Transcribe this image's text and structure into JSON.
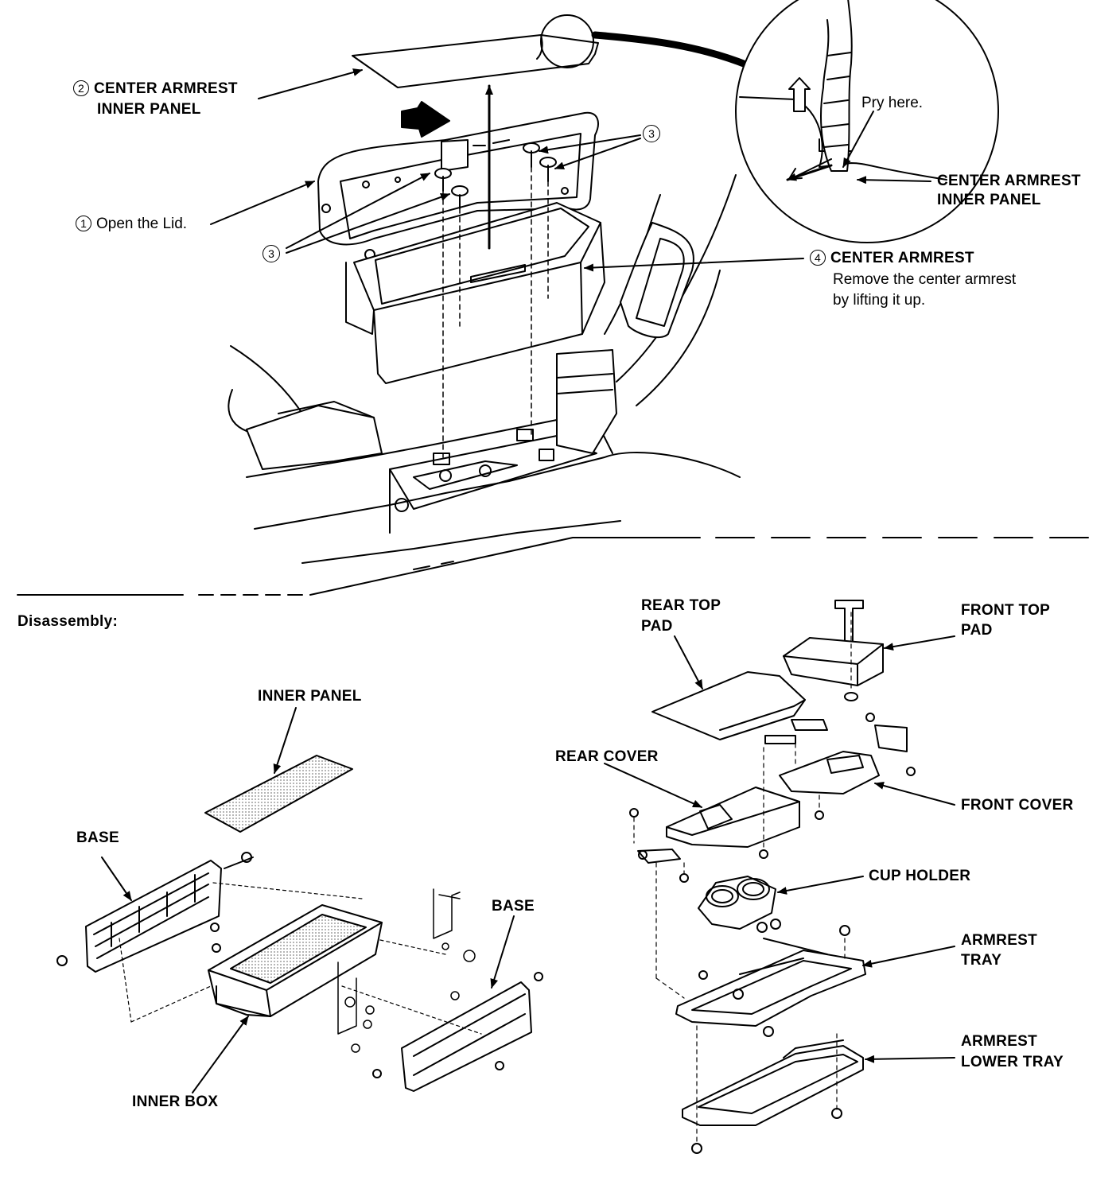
{
  "top": {
    "step1": {
      "num": "1",
      "text": "Open the Lid."
    },
    "step2": {
      "num": "2",
      "line1": "CENTER ARMREST",
      "line2": "INNER  PANEL"
    },
    "step3": {
      "num": "3"
    },
    "step4": {
      "num": "4",
      "title": "CENTER ARMREST",
      "desc1": "Remove the center armrest",
      "desc2": "by lifting it up."
    },
    "detail": {
      "pry": "Pry here.",
      "line1": "CENTER ARMREST",
      "line2": "INNER PANEL"
    }
  },
  "disassembly": {
    "heading": "Disassembly:",
    "left": {
      "inner_panel": "INNER PANEL",
      "base_left": "BASE",
      "base_right": "BASE",
      "inner_box": "INNER BOX"
    },
    "right": {
      "rear_top_pad_1": "REAR TOP",
      "rear_top_pad_2": "PAD",
      "front_top_pad_1": "FRONT TOP",
      "front_top_pad_2": "PAD",
      "rear_cover": "REAR COVER",
      "front_cover": "FRONT COVER",
      "cup_holder": "CUP HOLDER",
      "armrest_tray_1": "ARMREST",
      "armrest_tray_2": "TRAY",
      "lower_tray_1": "ARMREST",
      "lower_tray_2": "LOWER TRAY"
    }
  }
}
